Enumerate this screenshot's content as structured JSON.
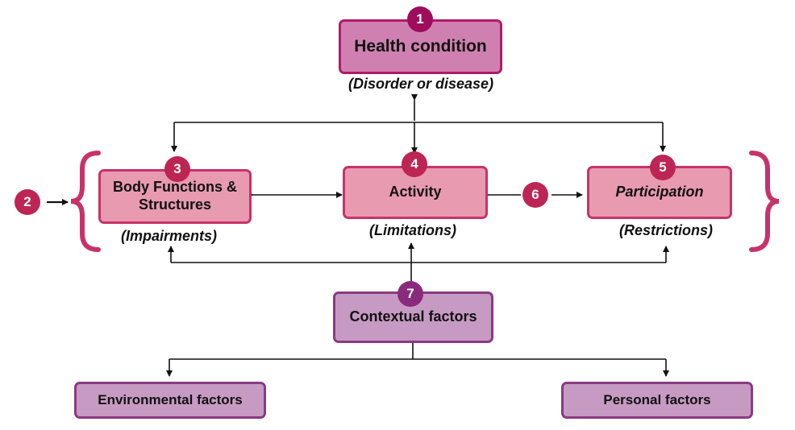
{
  "nodes": {
    "health": {
      "label": "Health condition",
      "sub": "(Disorder or disease)",
      "badge": "1"
    },
    "body": {
      "label_line1": "Body Functions &",
      "label_line2": "Structures",
      "sub": "(Impairments)",
      "badge": "3"
    },
    "activity": {
      "label": "Activity",
      "sub": "(Limitations)",
      "badge": "4"
    },
    "participation": {
      "label": "Participation",
      "sub": "(Restrictions)",
      "badge": "5"
    },
    "contextual": {
      "label": "Contextual factors",
      "badge": "7"
    },
    "environmental": {
      "label": "Environmental factors"
    },
    "personal": {
      "label": "Personal factors"
    }
  },
  "markers": {
    "bracket_group": "2",
    "activity_participation_link": "6"
  },
  "colors": {
    "magenta": "#b01a6a",
    "red": "#c8326a",
    "purple": "#8a3a82",
    "brace": "#c8326a"
  }
}
